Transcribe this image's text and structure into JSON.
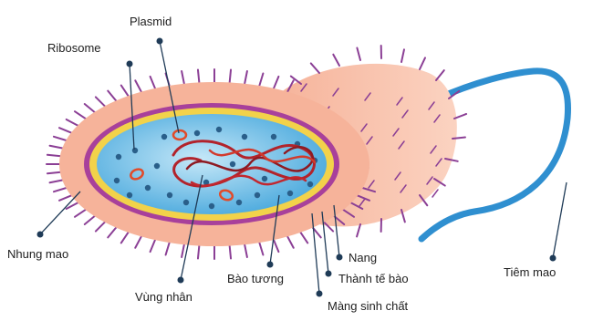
{
  "labels": {
    "plasmid": "Plasmid",
    "ribosome": "Ribosome",
    "nhung_mao": "Nhung mao",
    "vung_nhan": "Vùng nhân",
    "bao_tuong": "Bào tương",
    "mang_sinh_chat": "Màng sinh chất",
    "thanh_te_bao": "Thành tế bào",
    "nang": "Nang",
    "tiem_mao": "Tiêm mao"
  },
  "colors": {
    "capsule": "#f6b39a",
    "capsule_tail": "#f9c8b2",
    "pili": "#8b3f95",
    "cell_wall": "#a8409b",
    "membrane": "#f2d24a",
    "cytoplasm": "#6cc0e8",
    "ribosome": "#2a5f8a",
    "dna": "#b2232b",
    "plasmid": "#e14b2a",
    "flagellum": "#2f8fd0",
    "leader": "#1f3b57"
  },
  "icons": {
    "pointer": "dot-pointer-icon"
  }
}
